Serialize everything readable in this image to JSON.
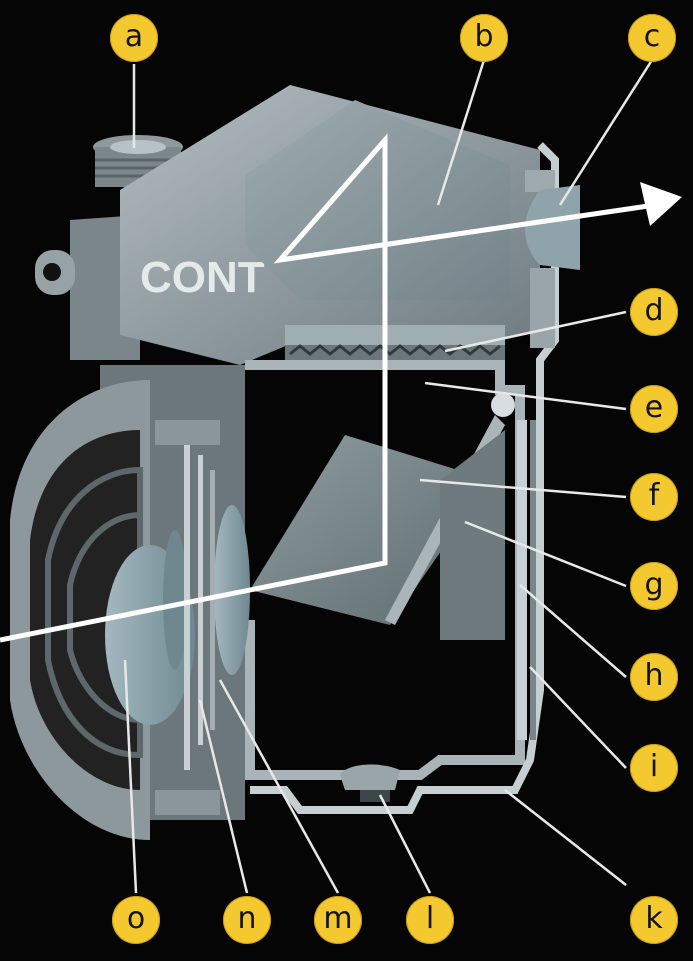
{
  "labels": [
    "a",
    "b",
    "c",
    "d",
    "e",
    "f",
    "g",
    "h",
    "i",
    "k",
    "l",
    "m",
    "n",
    "o"
  ],
  "brand_text": "CONT",
  "colors": {
    "background": "#050505",
    "badge": "#f4c92f",
    "housing": "#8f9aa1",
    "prism": "#a3b0b4",
    "ray": "#ffffff"
  }
}
